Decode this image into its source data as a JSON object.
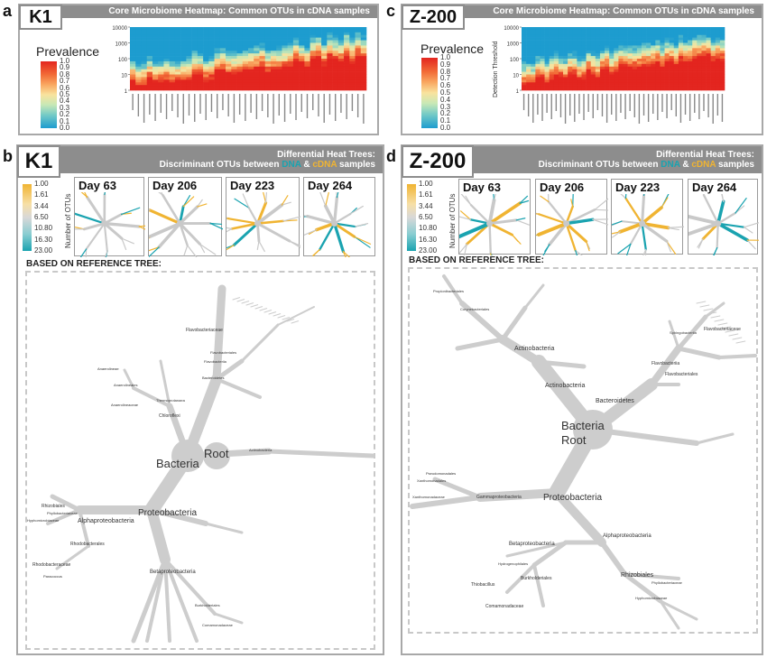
{
  "panel_labels": {
    "a": "a",
    "b": "b",
    "c": "c",
    "d": "d"
  },
  "sites": {
    "k1": "K1",
    "z200": "Z-200"
  },
  "heatmap": {
    "title": "Core Microbiome Heatmap: Common OTUs in cDNA samples",
    "legend_title": "Prevalence",
    "legend_ticks": [
      "1.0",
      "0.9",
      "0.8",
      "0.7",
      "0.6",
      "0.5",
      "0.4",
      "0.3",
      "0.2",
      "0.1",
      "0.0"
    ],
    "y_ticks": [
      "10000",
      "1000",
      "100",
      "10",
      "1"
    ],
    "ylabel_c": "Detection Threshold"
  },
  "heattree": {
    "title_line1": "Differential Heat Trees:",
    "title_line2_pre": "Discriminant OTUs between ",
    "title_word_dna": "DNA",
    "title_amp": " & ",
    "title_word_cdna": "cDNA",
    "title_line2_post": " samples",
    "legend_ticks": [
      "1.00",
      "1.61",
      "3.44",
      "6.50",
      "10.80",
      "16.30",
      "23.00"
    ],
    "legend_title": "Number of OTUs",
    "days": [
      "Day 63",
      "Day 206",
      "Day 223",
      "Day 264"
    ],
    "ref_title": "BASED ON REFERENCE TREE:"
  },
  "k1_tree_labels": {
    "bacteria": "Bacteria",
    "root": "Root",
    "proteobacteria": "Proteobacteria",
    "alphaproteobacteria": "Alphaproteobacteria",
    "betaproteobacteria": "Betaproteobacteria",
    "flavobacteriaceae": "Flavobacteriaceae",
    "flavobacteriales": "Flavobacteriales",
    "flavobacteriia": "Flavobacteriia",
    "bacteroidetes": "Bacteroidetes",
    "chloroflexi": "Chloroflexi",
    "anaerolineae": "Anaerolineae",
    "anaerolineales": "Anaerolineales",
    "anaerolineaceae": "Anaerolineaceae",
    "thermoprotanaea": "Thermoprotanaea",
    "actinobacteria": "Actinobacteria",
    "rhizobiales": "Rhizobiales",
    "phyllobacteriaceae": "Phyllobacteriaceae",
    "hyphomicrobiaceae": "Hyphomicrobiaceae",
    "rhodobacterales": "Rhodobacterales",
    "rhodobacteraceae": "Rhodobacteraceae",
    "paracoccus": "Paracoccus",
    "burkholderiales": "Burkholderiales",
    "comamonadaceae": "Comamonadaceae"
  },
  "z_tree_labels": {
    "bacteria": "Bacteria",
    "root": "Root",
    "proteobacteria": "Proteobacteria",
    "actinobacteria1": "Actinobacteria",
    "actinobacteria2": "Actinobacteria",
    "bacteroidetes": "Bacteroidetes",
    "flavobacteriia": "Flavobacteriia",
    "flavobacteriales": "Flavobacteriales",
    "flavobacteriaceae": "Flavobacteriaceae",
    "sphingobacteriia": "Sphingobacteriia",
    "propionibacteriales": "Propionibacteriales",
    "corynebacteriales": "Corynebacteriales",
    "xanthomonadales": "Xanthomonadales",
    "xanthomonadaceae": "Xanthomonadaceae",
    "gammaproteobacteria": "Gammaproteobacteria",
    "pseudomonadales": "Pseudomonadales",
    "alphaproteobacteria": "Alphaproteobacteria",
    "betaproteobacteria": "Betaproteobacteria",
    "rhizobiales": "Rhizobiales",
    "phyllobacteriaceae": "Phyllobacteriaceae",
    "hyphomicrobiaceae": "Hyphomicrobiaceae",
    "burkholderiales": "Burkholderiales",
    "thiobacillus": "Thiobacillus",
    "comamonadaceae": "Comamonadaceae",
    "hydrogenophilales": "Hydrogenophilales"
  },
  "colors": {
    "dna": "#1aa3b0",
    "cdna": "#f0b432",
    "branch": "#c9c9c9",
    "header": "#8d8d8d"
  }
}
